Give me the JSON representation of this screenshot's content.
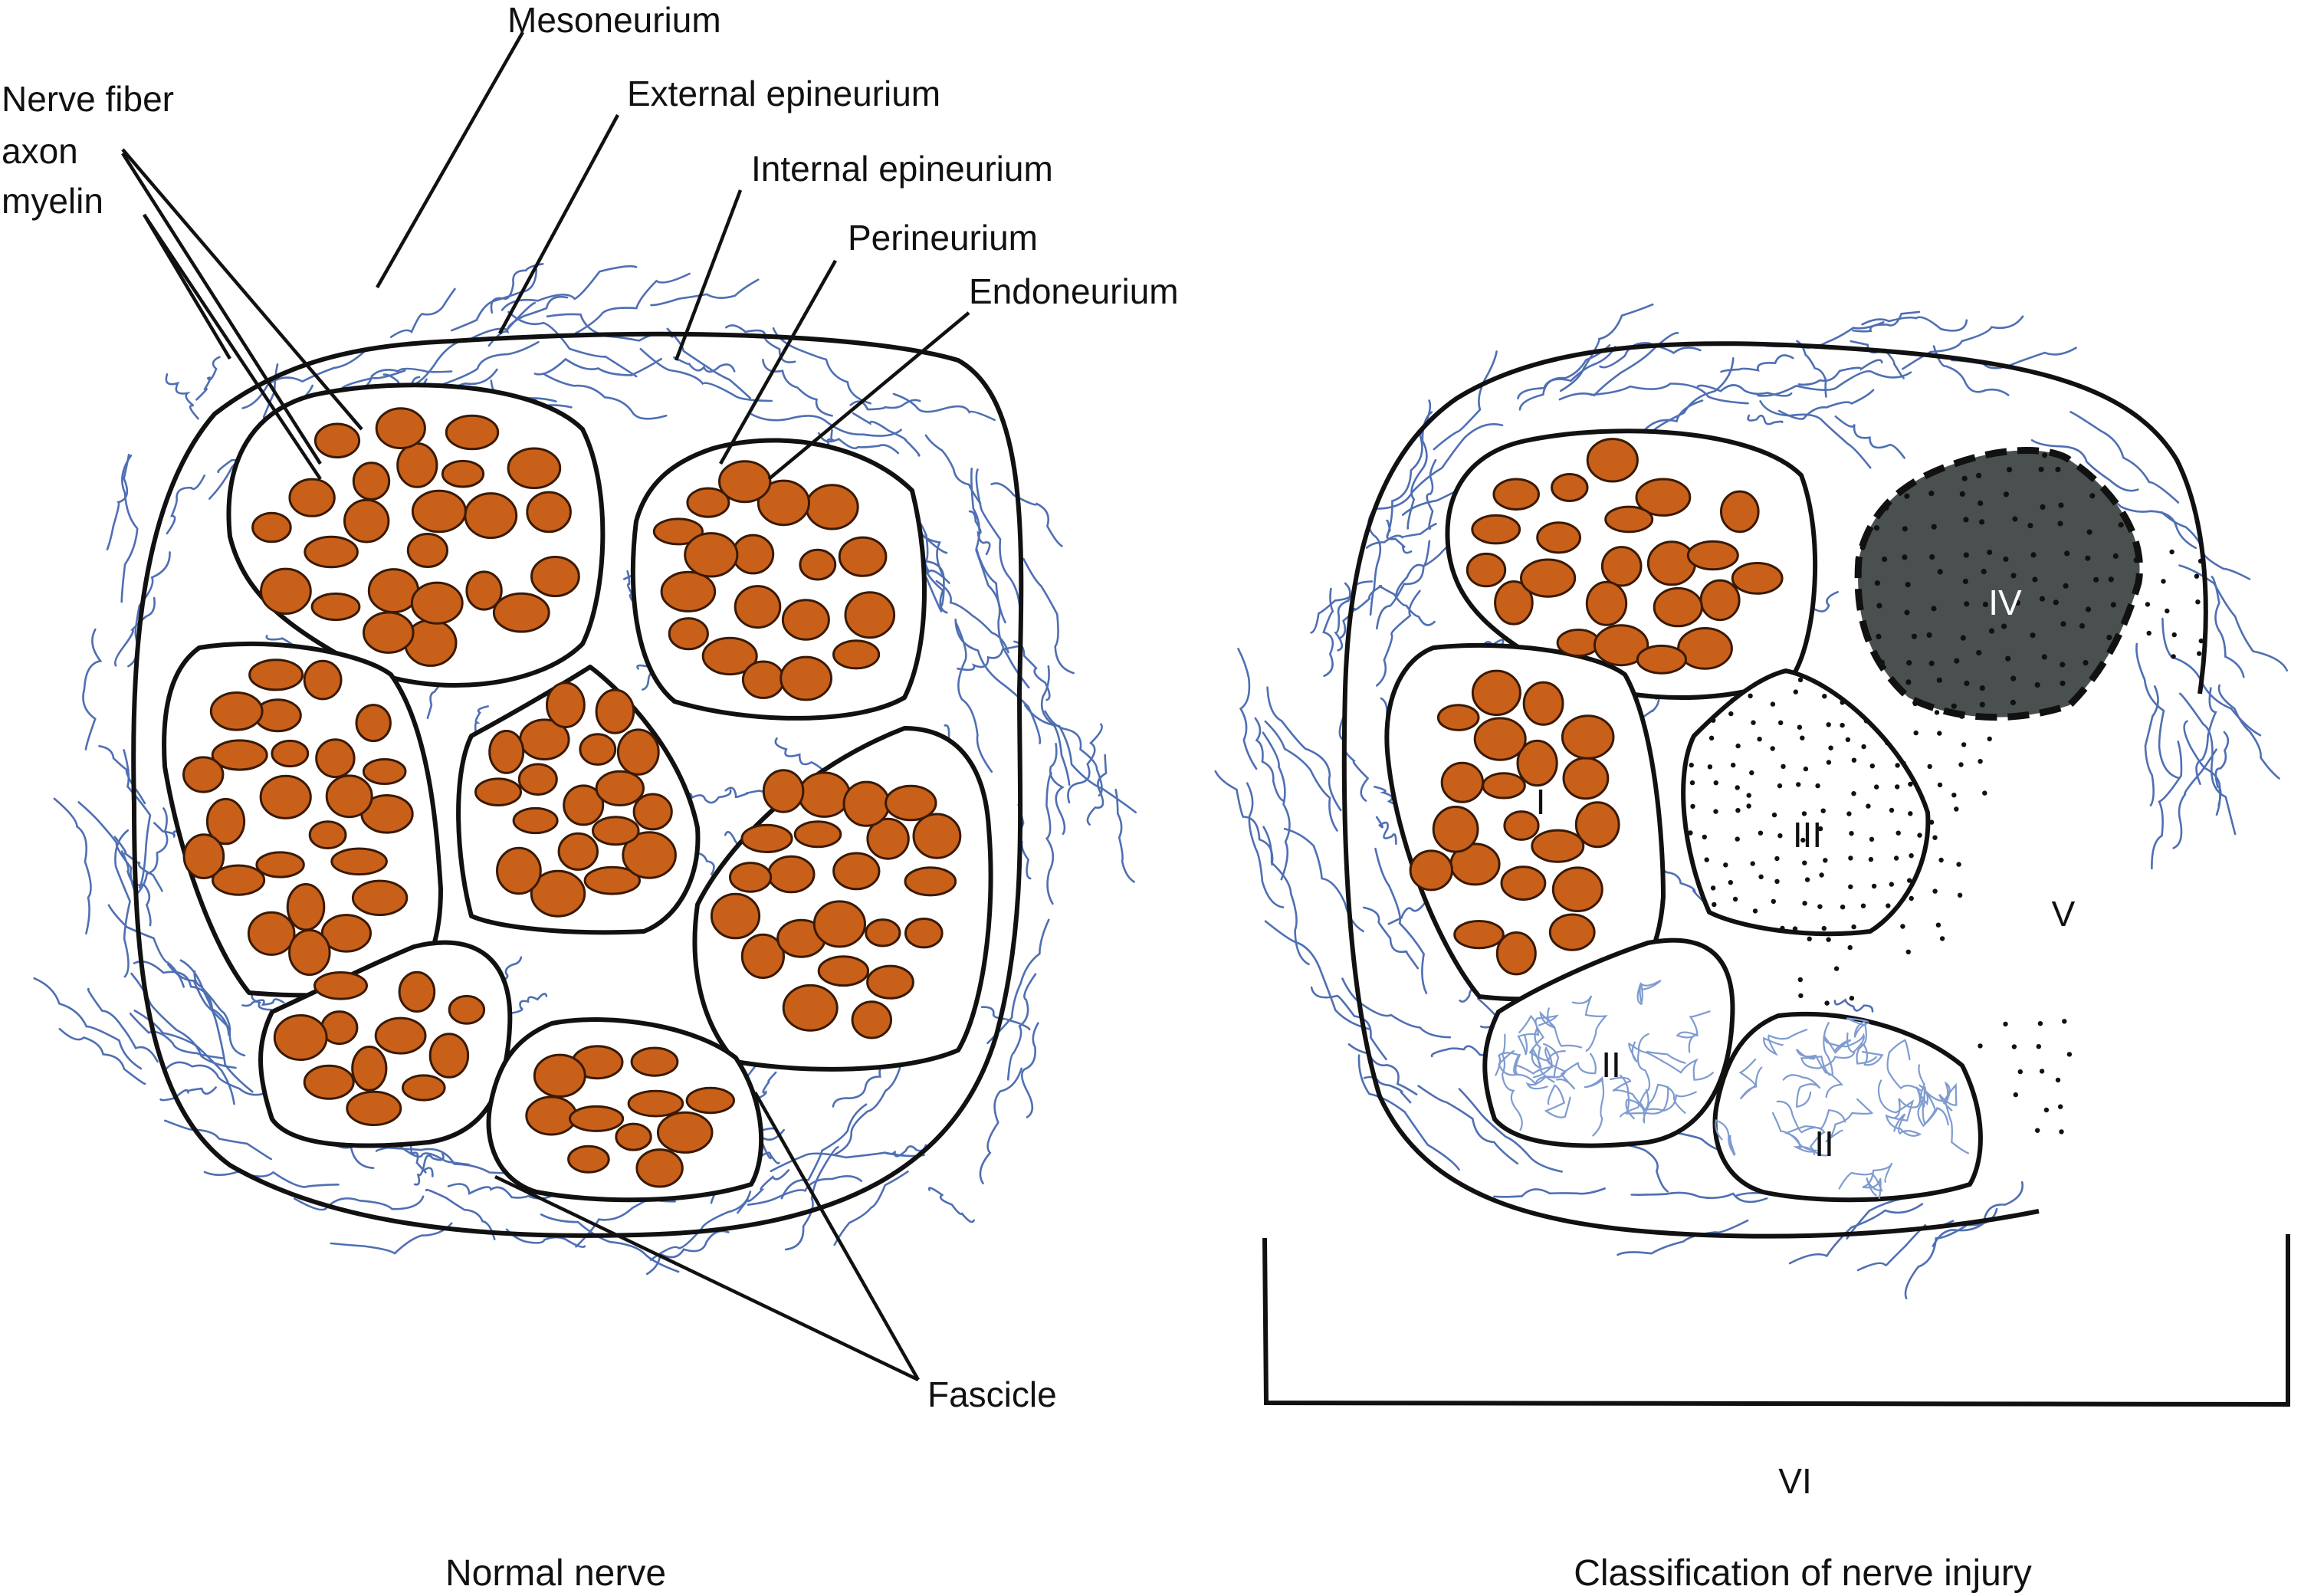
{
  "labels": {
    "mesoneurium": "Mesoneurium",
    "nerve_fiber": "Nerve fiber",
    "axon": "axon",
    "myelin": "myelin",
    "external_epineurium": "External epineurium",
    "internal_epineurium": "Internal epineurium",
    "perineurium": "Perineurium",
    "endoneurium": "Endoneurium",
    "fascicle": "Fascicle"
  },
  "grades": {
    "i": "I",
    "ii_a": "II",
    "ii_b": "II",
    "iii": "III",
    "iv": "IV",
    "v": "V",
    "vi": "VI"
  },
  "captions": {
    "left": "Normal nerve",
    "right": "Classification of nerve injury"
  },
  "colors": {
    "axon_fill": "#c8601a",
    "connective_tissue": "#4f6fb3",
    "grade_iv_fill": "#4a5050",
    "outline": "#111111"
  }
}
